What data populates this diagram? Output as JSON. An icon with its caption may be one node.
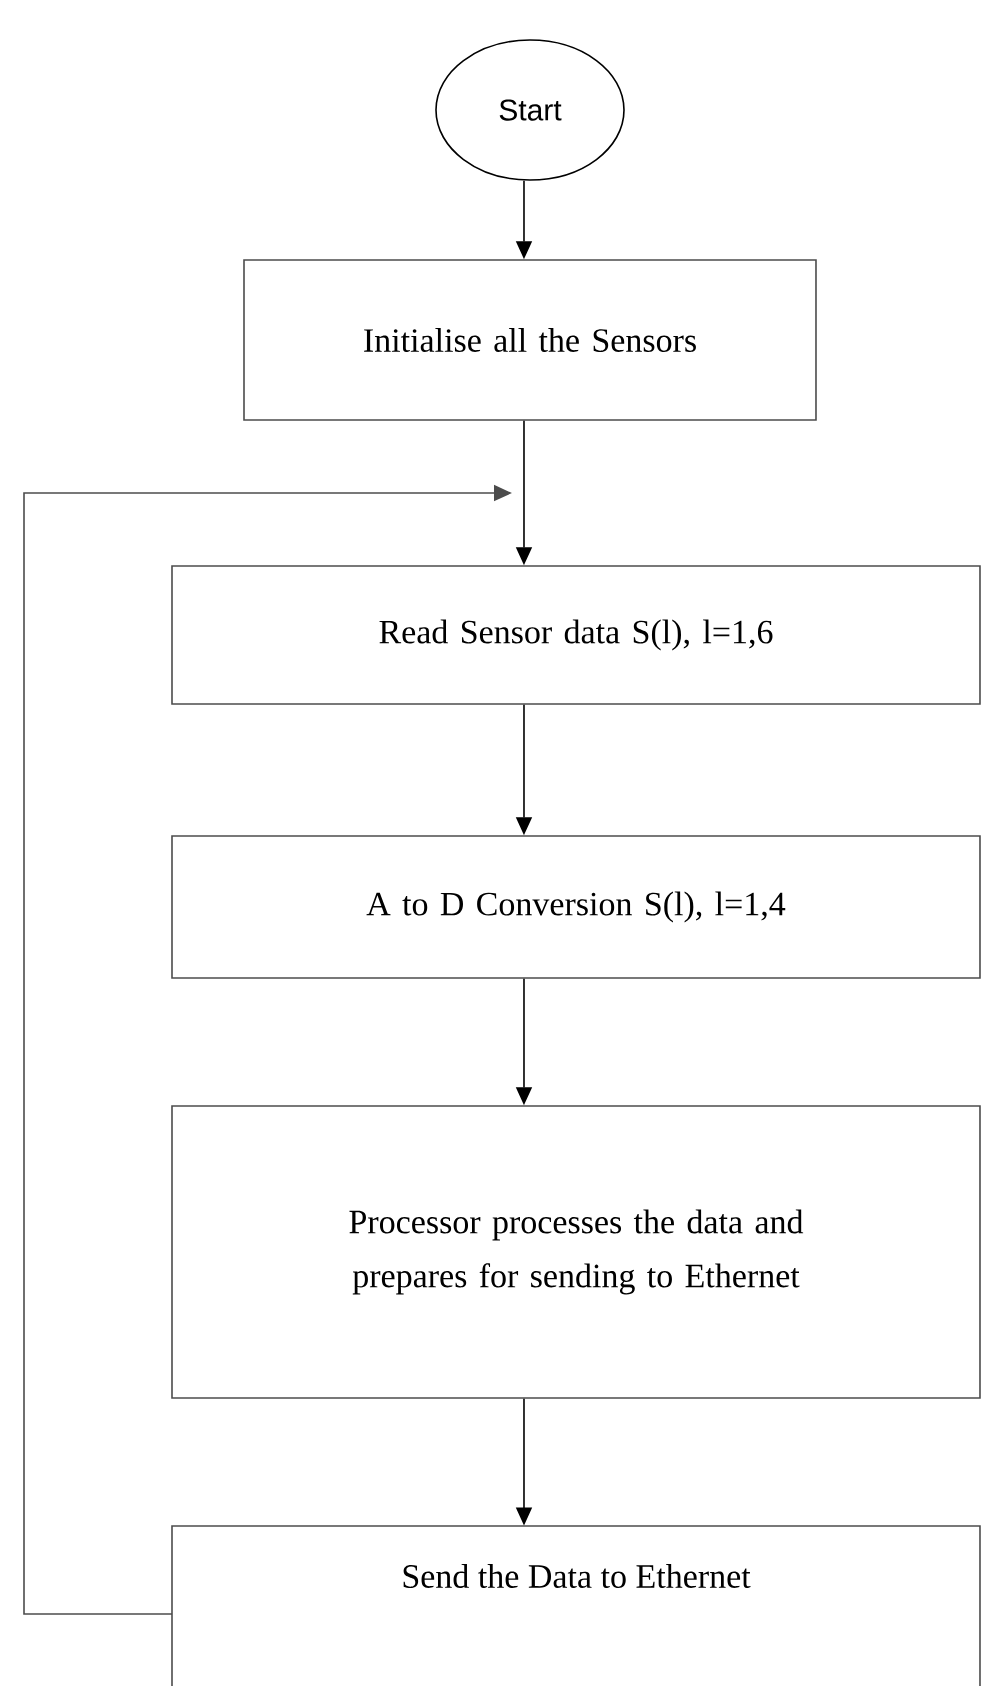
{
  "diagram": {
    "nodes": [
      {
        "text": [
          "Start"
        ]
      },
      {
        "text": [
          "Initialise all the Sensors"
        ]
      },
      {
        "text": [
          "Read Sensor data S(l), l=1,6"
        ]
      },
      {
        "text": [
          "A to D Conversion S(l), l=1,4"
        ]
      },
      {
        "text": [
          "Processor processes the data and prepares for sending to Ethernet"
        ]
      },
      {
        "text": [
          "Send the Data to Ethernet"
        ]
      }
    ],
    "edges": [
      {
        "from": 0,
        "to": 1,
        "arrow": "to"
      },
      {
        "from": 1,
        "to": 2,
        "arrow": "to"
      },
      {
        "from": 2,
        "to": 3,
        "arrow": "to"
      },
      {
        "from": 3,
        "to": 4,
        "arrow": "to"
      },
      {
        "from": 4,
        "to": 5,
        "arrow": "to"
      },
      {
        "from": 5,
        "to": 2,
        "arrow": "to"
      }
    ]
  }
}
